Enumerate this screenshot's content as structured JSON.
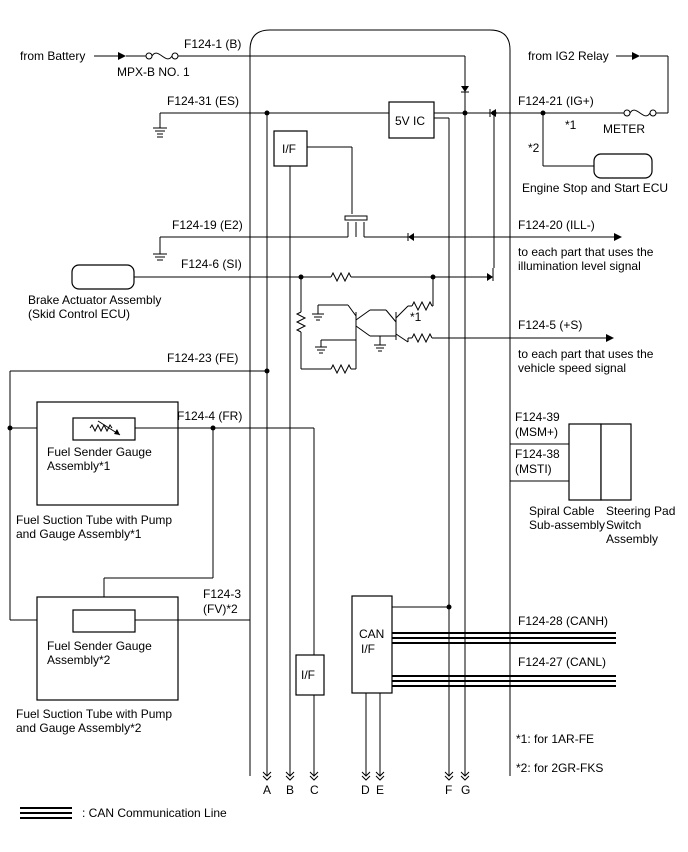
{
  "labels": {
    "from_battery": "from Battery",
    "fuse_mpxb": "MPX-B NO. 1",
    "f124_1": "F124-1 (B)",
    "from_ig2": "from IG2 Relay",
    "f124_31": "F124-31 (ES)",
    "ic_5v": "5V IC",
    "f124_21": "F124-21 (IG+)",
    "note1_mark": "*1",
    "meter": "METER",
    "note2_mark": "*2",
    "if_top": "I/F",
    "engine_ecu": "Engine Stop and Start ECU",
    "f124_19": "F124-19 (E2)",
    "f124_20": "F124-20 (ILL-)",
    "illum_1": "to each part that uses the",
    "illum_2": "illumination level signal",
    "f124_6": "F124-6 (SI)",
    "brake_1": "Brake Actuator Assembly",
    "brake_2": "(Skid Control ECU)",
    "transistor_mark": "*1",
    "f124_5": "F124-5 (+S)",
    "speed_1": "to each part that uses the",
    "speed_2": "vehicle speed signal",
    "f124_23": "F124-23 (FE)",
    "f124_4": "F124-4 (FR)",
    "f124_39a": "F124-39",
    "f124_39b": "(MSM+)",
    "f124_38a": "F124-38",
    "f124_38b": "(MSTI)",
    "sender1_1": "Fuel Sender Gauge",
    "sender1_2": "Assembly*1",
    "spiral_1": "Spiral Cable",
    "spiral_2": "Sub-assembly",
    "steering_1": "Steering Pad",
    "steering_2": "Switch",
    "steering_3": "Assembly",
    "tube1_1": "Fuel Suction Tube with Pump",
    "tube1_2": "and Gauge Assembly*1",
    "f124_3a": "F124-3",
    "f124_3b": "(FV)*2",
    "can_if_1": "CAN",
    "can_if_2": "I/F",
    "f124_28": "F124-28 (CANH)",
    "sender2_1": "Fuel Sender Gauge",
    "sender2_2": "Assembly*2",
    "f124_27": "F124-27 (CANL)",
    "if_bottom": "I/F",
    "tube2_1": "Fuel Suction Tube with Pump",
    "tube2_2": "and Gauge Assembly*2",
    "note1": "*1: for 1AR-FE",
    "note2": "*2: for 2GR-FKS",
    "legend": ": CAN Communication Line"
  },
  "terminals": [
    "A",
    "B",
    "C",
    "D",
    "E",
    "F",
    "G"
  ]
}
